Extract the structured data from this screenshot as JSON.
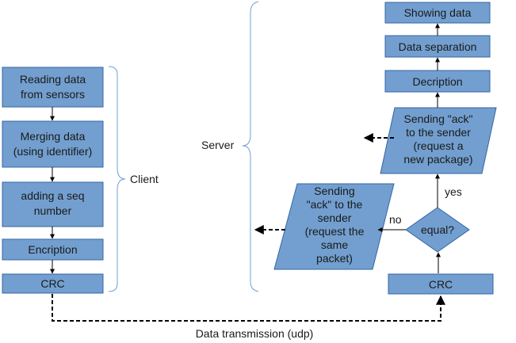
{
  "client": {
    "label": "Client",
    "steps": [
      [
        "Reading data",
        "from sensors"
      ],
      [
        "Merging data",
        "(using identifier)"
      ],
      [
        "adding a seq",
        "number"
      ],
      [
        "Encription"
      ],
      [
        "CRC"
      ]
    ]
  },
  "server": {
    "label": "Server",
    "steps": {
      "showing": "Showing data",
      "separation": "Data separation",
      "decription": "Decription",
      "crc": "CRC"
    },
    "ack_new": [
      "Sending \"ack\"",
      "to the sender",
      "(request a",
      "new package)"
    ],
    "ack_same": [
      "Sending",
      "\"ack\"  to the",
      "sender",
      "(request the",
      "same",
      "packet)"
    ],
    "decision": "equal?",
    "yes_label": "yes",
    "no_label": "no"
  },
  "transmission_label": "Data transmission (udp)"
}
